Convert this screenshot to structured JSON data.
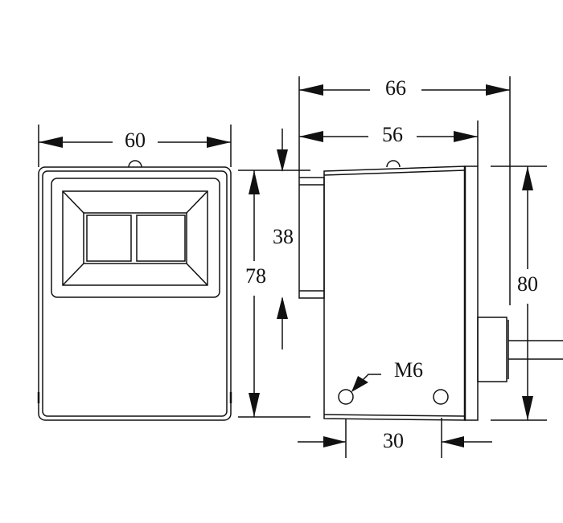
{
  "dimensions": {
    "front_width": "60",
    "front_height": "78",
    "overall_depth": "66",
    "body_depth": "56",
    "protrusion_height": "38",
    "side_height": "80",
    "hole_spacing": "30",
    "thread": "M6"
  }
}
